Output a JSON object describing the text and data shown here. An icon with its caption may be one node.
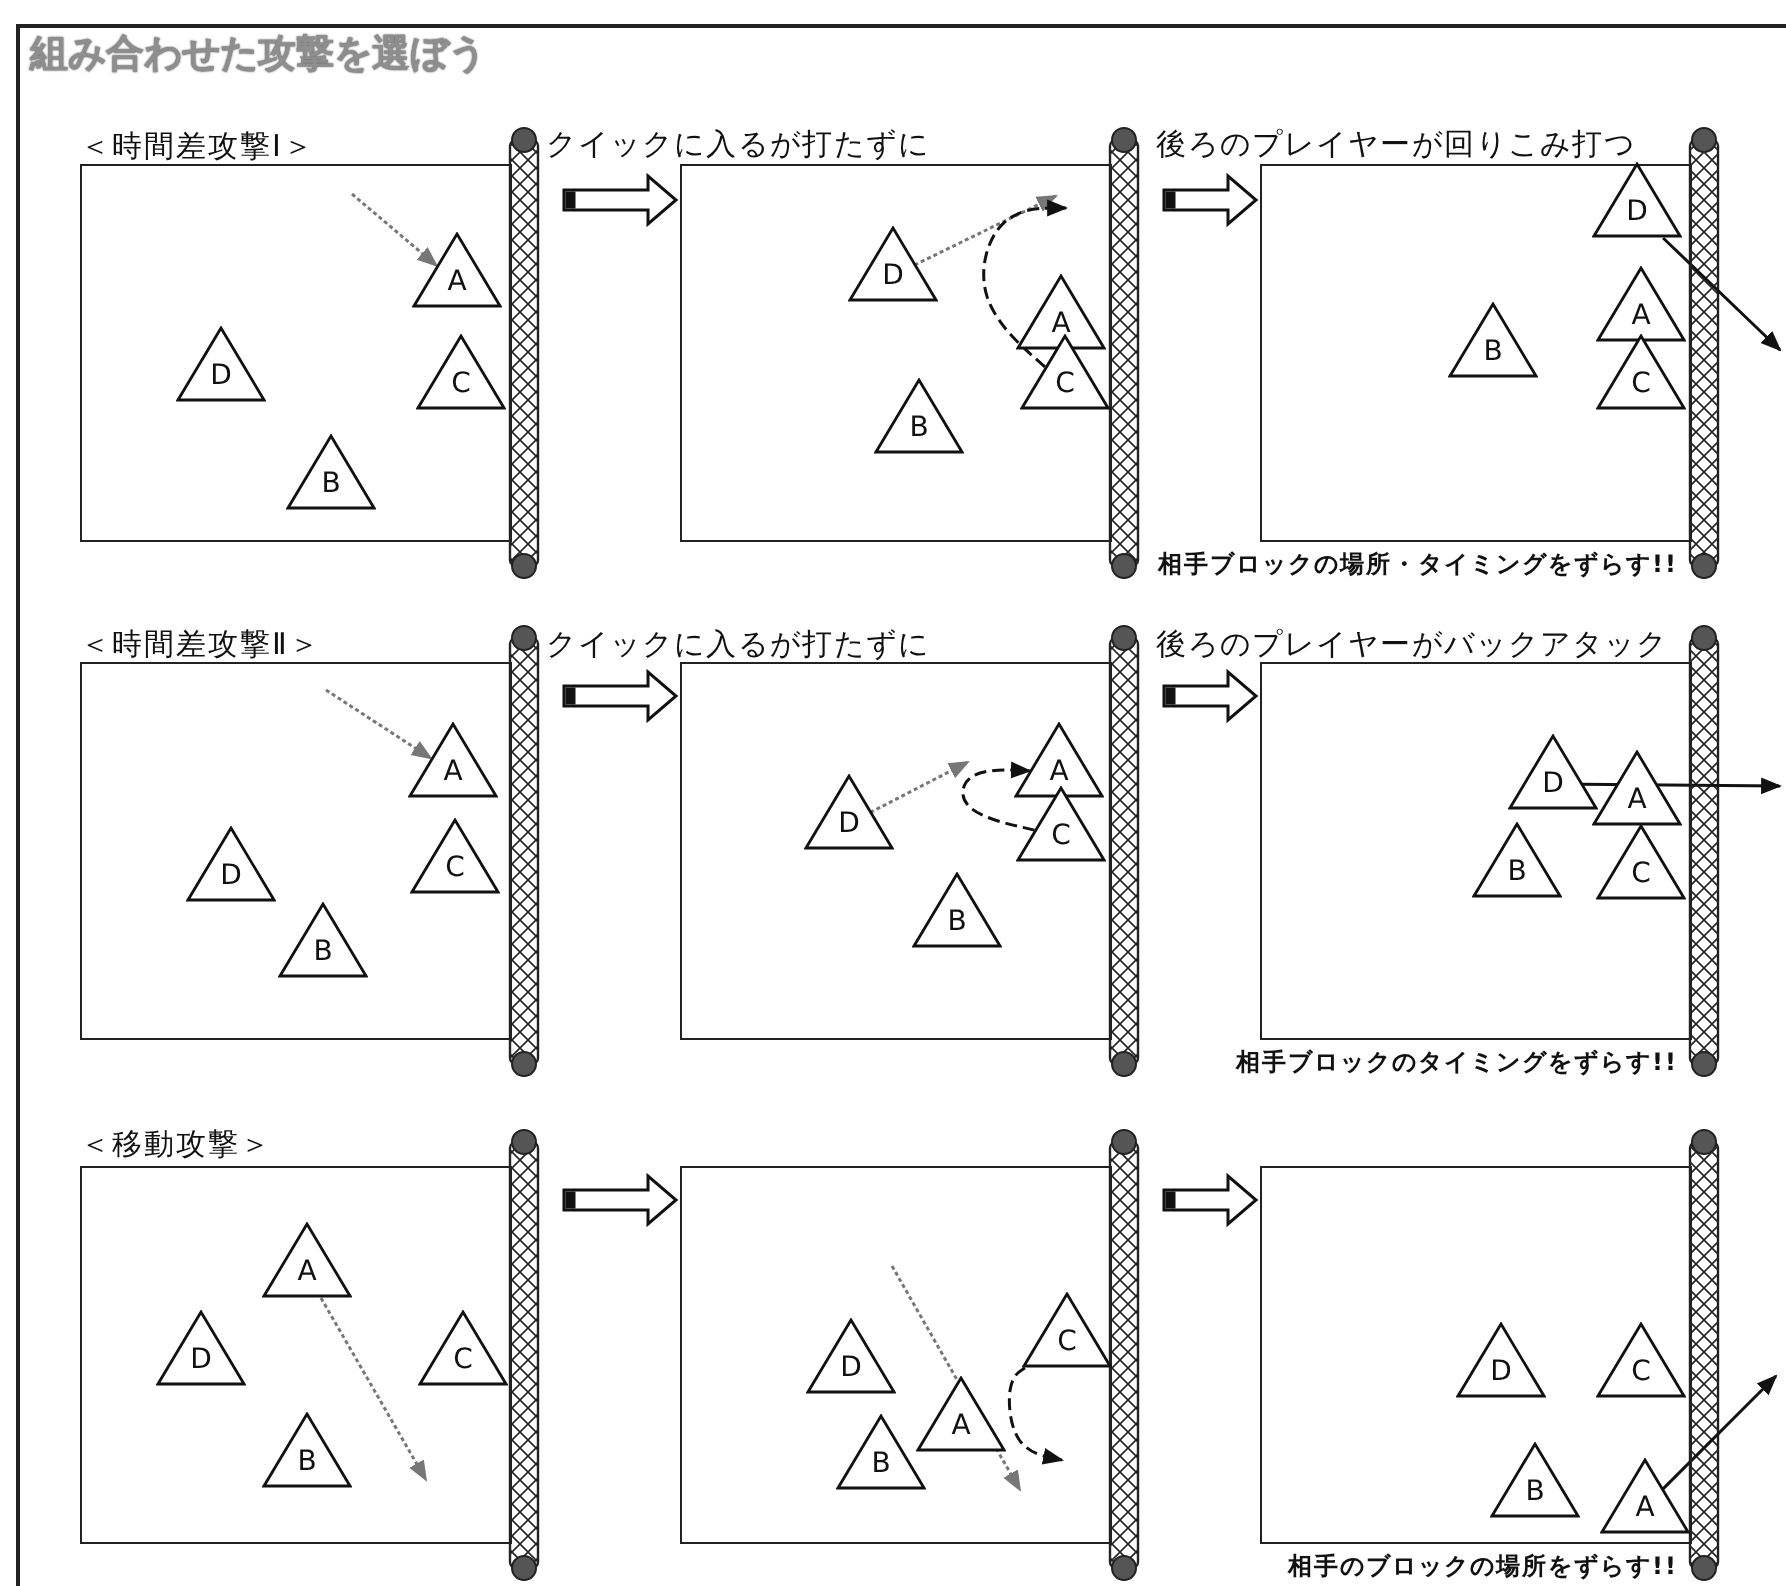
{
  "diagram": {
    "title": "組み合わせた攻撃を選ぼう",
    "nodes": [
      {
        "text": [],
        "shape": "box"
      },
      {
        "text": [
          "A"
        ],
        "in": 0
      },
      {
        "text": [
          "D"
        ],
        "in": 0
      },
      {
        "text": [
          "C"
        ],
        "in": 0
      },
      {
        "text": [
          "B"
        ],
        "in": 0
      },
      {
        "text": [],
        "shape": "box"
      },
      {
        "text": [
          "D"
        ],
        "in": 5
      },
      {
        "text": [
          "A"
        ],
        "in": 5
      },
      {
        "text": [
          "C"
        ],
        "in": 5
      },
      {
        "text": [
          "B"
        ],
        "in": 5
      },
      {
        "text": [],
        "shape": "box"
      },
      {
        "text": [
          "D"
        ],
        "in": 10
      },
      {
        "text": [
          "A"
        ],
        "in": 10
      },
      {
        "text": [
          "B"
        ],
        "in": 10
      },
      {
        "text": [
          "C"
        ],
        "in": 10
      },
      {
        "text": [],
        "shape": "box"
      },
      {
        "text": [
          "A"
        ],
        "in": 15
      },
      {
        "text": [
          "C"
        ],
        "in": 15
      },
      {
        "text": [
          "D"
        ],
        "in": 15
      },
      {
        "text": [
          "B"
        ],
        "in": 15
      },
      {
        "text": [],
        "shape": "box"
      },
      {
        "text": [
          "A"
        ],
        "in": 20
      },
      {
        "text": [
          "D"
        ],
        "in": 20
      },
      {
        "text": [
          "C"
        ],
        "in": 20
      },
      {
        "text": [
          "B"
        ],
        "in": 20
      },
      {
        "text": [],
        "shape": "box"
      },
      {
        "text": [
          "D"
        ],
        "in": 25
      },
      {
        "text": [
          "A"
        ],
        "in": 25
      },
      {
        "text": [
          "B"
        ],
        "in": 25
      },
      {
        "text": [
          "C"
        ],
        "in": 25
      },
      {
        "text": [],
        "shape": "box"
      },
      {
        "text": [
          "A"
        ],
        "in": 30
      },
      {
        "text": [
          "D"
        ],
        "in": 30
      },
      {
        "text": [
          "C"
        ],
        "in": 30
      },
      {
        "text": [
          "B"
        ],
        "in": 30
      },
      {
        "text": [],
        "shape": "box"
      },
      {
        "text": [
          "C"
        ],
        "in": 35
      },
      {
        "text": [
          "D"
        ],
        "in": 35
      },
      {
        "text": [
          "A"
        ],
        "in": 35
      },
      {
        "text": [
          "B"
        ],
        "in": 35
      },
      {
        "text": [],
        "shape": "box"
      },
      {
        "text": [
          "C"
        ],
        "in": 40
      },
      {
        "text": [
          "D"
        ],
        "in": 40
      },
      {
        "text": [
          "B"
        ],
        "in": 40
      },
      {
        "text": [
          "A"
        ],
        "in": 40
      }
    ],
    "edges": [
      {
        "from": null,
        "to": 1,
        "arrow": "to",
        "style": "dashed",
        "color": "#777777"
      },
      {
        "from": 6,
        "to": null,
        "arrow": "to",
        "style": "dashed",
        "color": "#777777"
      },
      {
        "from": 8,
        "to": null,
        "arrow": "to",
        "style": "dashed"
      },
      {
        "from": 11,
        "to": null,
        "arrow": "to"
      },
      {
        "from": null,
        "to": 16,
        "arrow": "to",
        "style": "dashed",
        "color": "#777777"
      },
      {
        "from": 22,
        "to": null,
        "arrow": "to",
        "style": "dashed",
        "color": "#777777"
      },
      {
        "from": 23,
        "to": 21,
        "arrow": "to",
        "style": "dashed"
      },
      {
        "from": 26,
        "to": null,
        "arrow": "to"
      },
      {
        "from": 31,
        "to": null,
        "arrow": "to",
        "style": "dashed",
        "color": "#777777"
      },
      {
        "from": 36,
        "to": null,
        "arrow": "to",
        "style": "dashed"
      },
      {
        "from": 44,
        "to": null,
        "arrow": "to"
      },
      {
        "from": 0,
        "to": 5,
        "arrow": "to",
        "style": "thick"
      },
      {
        "from": 5,
        "to": 10,
        "arrow": "to",
        "style": "thick"
      },
      {
        "from": 15,
        "to": 20,
        "arrow": "to",
        "style": "thick"
      },
      {
        "from": 20,
        "to": 25,
        "arrow": "to",
        "style": "thick"
      },
      {
        "from": 30,
        "to": 35,
        "arrow": "to",
        "style": "thick"
      },
      {
        "from": 35,
        "to": 40,
        "arrow": "to",
        "style": "thick"
      }
    ],
    "labels": [
      "＜時間差攻撃Ⅰ＞",
      "クイックに入るが打たずに",
      "後ろのプレイヤーが回りこみ打つ",
      "相手ブロックの場所・タイミングをずらす!!",
      "＜時間差攻撃Ⅱ＞",
      "クイックに入るが打たずに",
      "後ろのプレイヤーがバックアタック",
      "相手ブロックのタイミングをずらす!!",
      "＜移動攻撃＞",
      "相手のブロックの場所をずらす!!"
    ]
  }
}
